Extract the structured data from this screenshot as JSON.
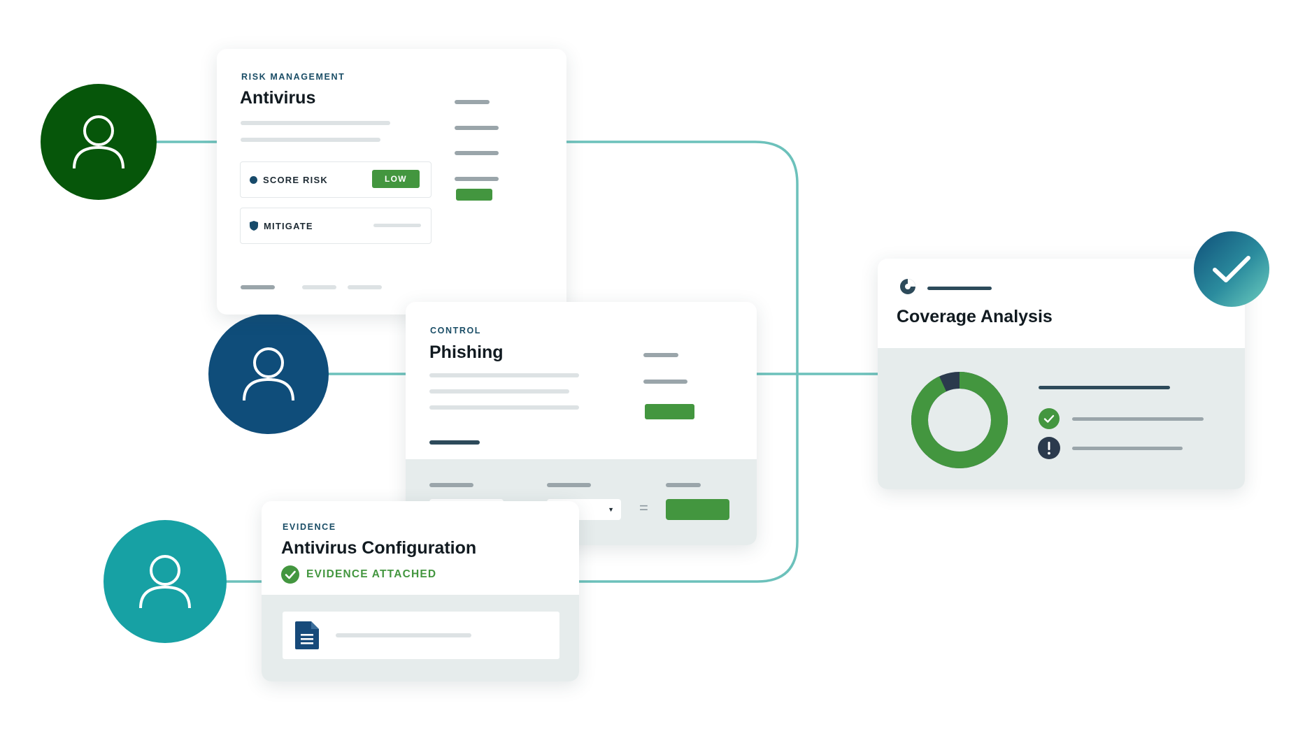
{
  "colors": {
    "connector": "#6cc1bb",
    "avatar_1": "#06560a",
    "avatar_2": "#0f4d7a",
    "avatar_3": "#17a1a4",
    "green": "#43963f",
    "navy": "#2d4a5a",
    "panel": "#e6ecec"
  },
  "risk_card": {
    "eyebrow": "RISK MANAGEMENT",
    "title": "Antivirus",
    "score_row": {
      "icon": "dot-icon",
      "label": "SCORE RISK",
      "badge": "LOW"
    },
    "mitigate_row": {
      "icon": "shield-icon",
      "label": "MITIGATE"
    }
  },
  "control_card": {
    "eyebrow": "CONTROL",
    "title": "Phishing",
    "formula": {
      "plus": "+",
      "equals": "="
    }
  },
  "evidence_card": {
    "eyebrow": "EVIDENCE",
    "title": "Antivirus Configuration",
    "status": "EVIDENCE ATTACHED",
    "file_icon": "document-icon"
  },
  "coverage_card": {
    "title": "Coverage Analysis",
    "header_icon": "pie-chart-icon",
    "badge_icon": "checkmark-icon",
    "donut_fraction": 0.93,
    "legend": [
      {
        "icon": "check-circle-icon",
        "color": "#43963f"
      },
      {
        "icon": "alert-circle-icon",
        "color": "#2b3a4d"
      }
    ]
  },
  "avatars": [
    {
      "icon": "user-icon"
    },
    {
      "icon": "user-icon"
    },
    {
      "icon": "user-icon"
    }
  ]
}
